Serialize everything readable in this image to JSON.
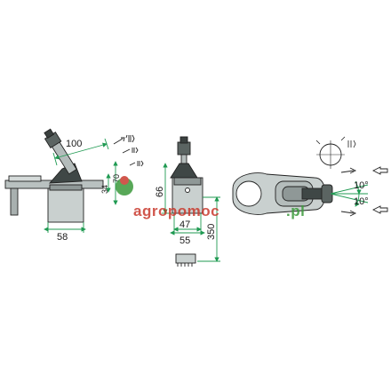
{
  "dimensions": {
    "length_100": "100",
    "length_58": "58",
    "length_34": "34",
    "length_70": "70",
    "length_66": "66",
    "length_47": "47",
    "length_55": "55",
    "length_350": "350",
    "angle_upper": "10°",
    "angle_lower": "10°"
  },
  "watermark": {
    "brand": "agropomoc",
    "suffix": ".pl"
  },
  "colors": {
    "dimension_line": "#1f9a52",
    "watermark_red": "#c93a2e",
    "watermark_green": "#3b9a3c",
    "part_fill": "#c9d0cf",
    "part_dark": "#5b6462"
  },
  "icons": [
    "lever-head-icon",
    "shift-arrow-icon",
    "shift-pattern-icon",
    "arrow-icon"
  ]
}
